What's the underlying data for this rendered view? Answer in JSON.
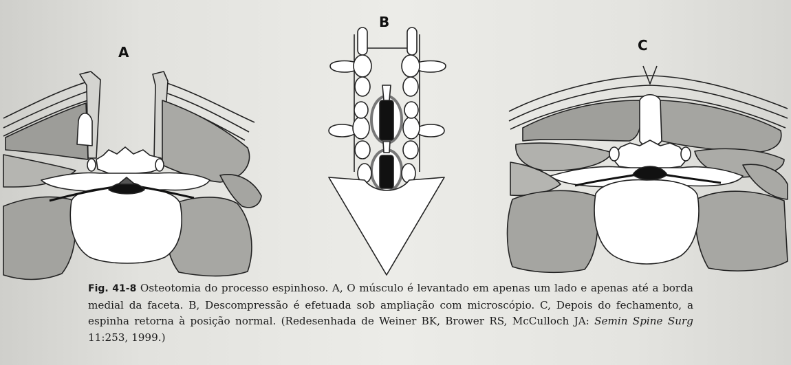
{
  "panels": {
    "a": "A",
    "b": "B",
    "c": "C"
  },
  "caption": {
    "figure_number": "Fig. 41-8",
    "text_1": " Osteotomia do processo espinhoso. A, O músculo é levantado em apenas um lado e apenas até a borda medial da faceta. B, Descompressão é efetuada sob ampliação com microscópio. C, Depois do fechamento, a espinha retorna à posição normal. (Redesenhada de Weiner BK, Brower RS, McCulloch JA: ",
    "journal": "Semin Spine Surg",
    "text_2": " 11:253, 1999.)"
  },
  "colors": {
    "muscle": "#a7a7a3",
    "muscle_dark": "#8f8f8b",
    "bone": "#ffffff",
    "ink": "#111111",
    "background": "#e6e6e2"
  }
}
